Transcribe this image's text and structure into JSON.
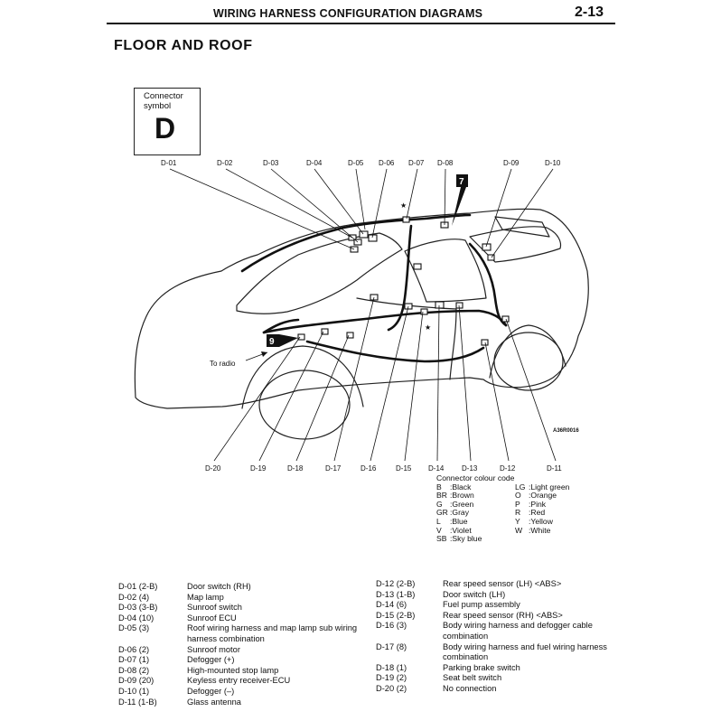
{
  "header": {
    "title": "WIRING HARNESS CONFIGURATION DIAGRAMS",
    "page_number": "2-13"
  },
  "section_title": "FLOOR AND ROOF",
  "connector_symbol": {
    "label": "Connector symbol",
    "letter": "D"
  },
  "diagram": {
    "top_labels": [
      "D-01",
      "D-02",
      "D-03",
      "D-04",
      "D-05",
      "D-06",
      "D-07",
      "D-08",
      "D-09",
      "D-10"
    ],
    "bottom_labels": [
      "D-20",
      "D-19",
      "D-18",
      "D-17",
      "D-16",
      "D-15",
      "D-14",
      "D-13",
      "D-12",
      "D-11"
    ],
    "marker_7": "7",
    "marker_9": "9",
    "to_radio": "To radio",
    "figure_code": "A36R0016"
  },
  "colour_code": {
    "title": "Connector colour code",
    "left": [
      {
        "code": "B",
        "name": ":Black"
      },
      {
        "code": "BR",
        "name": ":Brown"
      },
      {
        "code": "G",
        "name": ":Green"
      },
      {
        "code": "GR",
        "name": ":Gray"
      },
      {
        "code": "L",
        "name": ":Blue"
      },
      {
        "code": "V",
        "name": ":Violet"
      },
      {
        "code": "SB",
        "name": ":Sky blue"
      }
    ],
    "right": [
      {
        "code": "LG",
        "name": ":Light green"
      },
      {
        "code": "O",
        "name": ":Orange"
      },
      {
        "code": "P",
        "name": ":Pink"
      },
      {
        "code": "R",
        "name": ":Red"
      },
      {
        "code": "Y",
        "name": ":Yellow"
      },
      {
        "code": "W",
        "name": ":White"
      }
    ]
  },
  "connectors_left": [
    {
      "id": "D-01 (2-B)",
      "desc": "Door switch (RH)"
    },
    {
      "id": "D-02 (4)",
      "desc": "Map lamp"
    },
    {
      "id": "D-03 (3-B)",
      "desc": "Sunroof switch"
    },
    {
      "id": "D-04 (10)",
      "desc": "Sunroof ECU"
    },
    {
      "id": "D-05 (3)",
      "desc": "Roof wiring harness and map lamp sub wiring harness combination"
    },
    {
      "id": "D-06 (2)",
      "desc": "Sunroof motor"
    },
    {
      "id": "D-07 (1)",
      "desc": "Defogger (+)"
    },
    {
      "id": "D-08 (2)",
      "desc": "High-mounted stop lamp"
    },
    {
      "id": "D-09 (20)",
      "desc": "Keyless entry receiver-ECU"
    },
    {
      "id": "D-10 (1)",
      "desc": "Defogger (–)"
    },
    {
      "id": "D-11 (1-B)",
      "desc": "Glass antenna"
    }
  ],
  "connectors_right": [
    {
      "id": "D-12 (2-B)",
      "desc": "Rear speed sensor (LH) <ABS>"
    },
    {
      "id": "D-13 (1-B)",
      "desc": "Door switch (LH)"
    },
    {
      "id": "D-14 (6)",
      "desc": "Fuel pump assembly"
    },
    {
      "id": "D-15 (2-B)",
      "desc": "Rear speed sensor (RH) <ABS>"
    },
    {
      "id": "D-16 (3)",
      "desc": "Body wiring harness and defogger cable combination"
    },
    {
      "id": "D-17 (8)",
      "desc": "Body wiring harness and fuel wiring harness combination"
    },
    {
      "id": "D-18 (1)",
      "desc": "Parking brake switch"
    },
    {
      "id": "D-19 (2)",
      "desc": "Seat belt switch"
    },
    {
      "id": "D-20 (2)",
      "desc": "No connection"
    }
  ]
}
